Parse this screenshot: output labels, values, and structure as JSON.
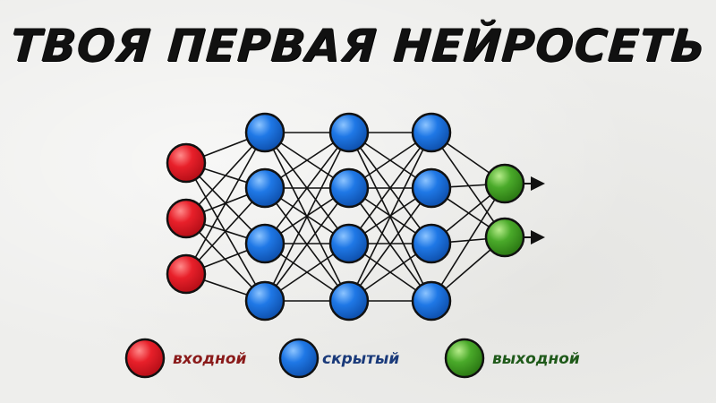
{
  "title": "ТВОЯ ПЕРВАЯ НЕЙРОСЕТЬ",
  "network": {
    "layers": [
      {
        "type": "input",
        "nodes": 3
      },
      {
        "type": "hidden",
        "nodes": 4
      },
      {
        "type": "hidden",
        "nodes": 4
      },
      {
        "type": "hidden",
        "nodes": 4
      },
      {
        "type": "output",
        "nodes": 2
      }
    ],
    "output_arrows": true
  },
  "legend": [
    {
      "type": "input",
      "label": "входной"
    },
    {
      "type": "hidden",
      "label": "скрытый"
    },
    {
      "type": "output",
      "label": "выходной"
    }
  ],
  "colors": {
    "input": "#e8202a",
    "hidden": "#1f78e6",
    "output": "#4aaa2a",
    "input_label": "#8a1a1a",
    "hidden_label": "#1a3a7a",
    "output_label": "#1f5a1a",
    "edge": "#111111"
  }
}
